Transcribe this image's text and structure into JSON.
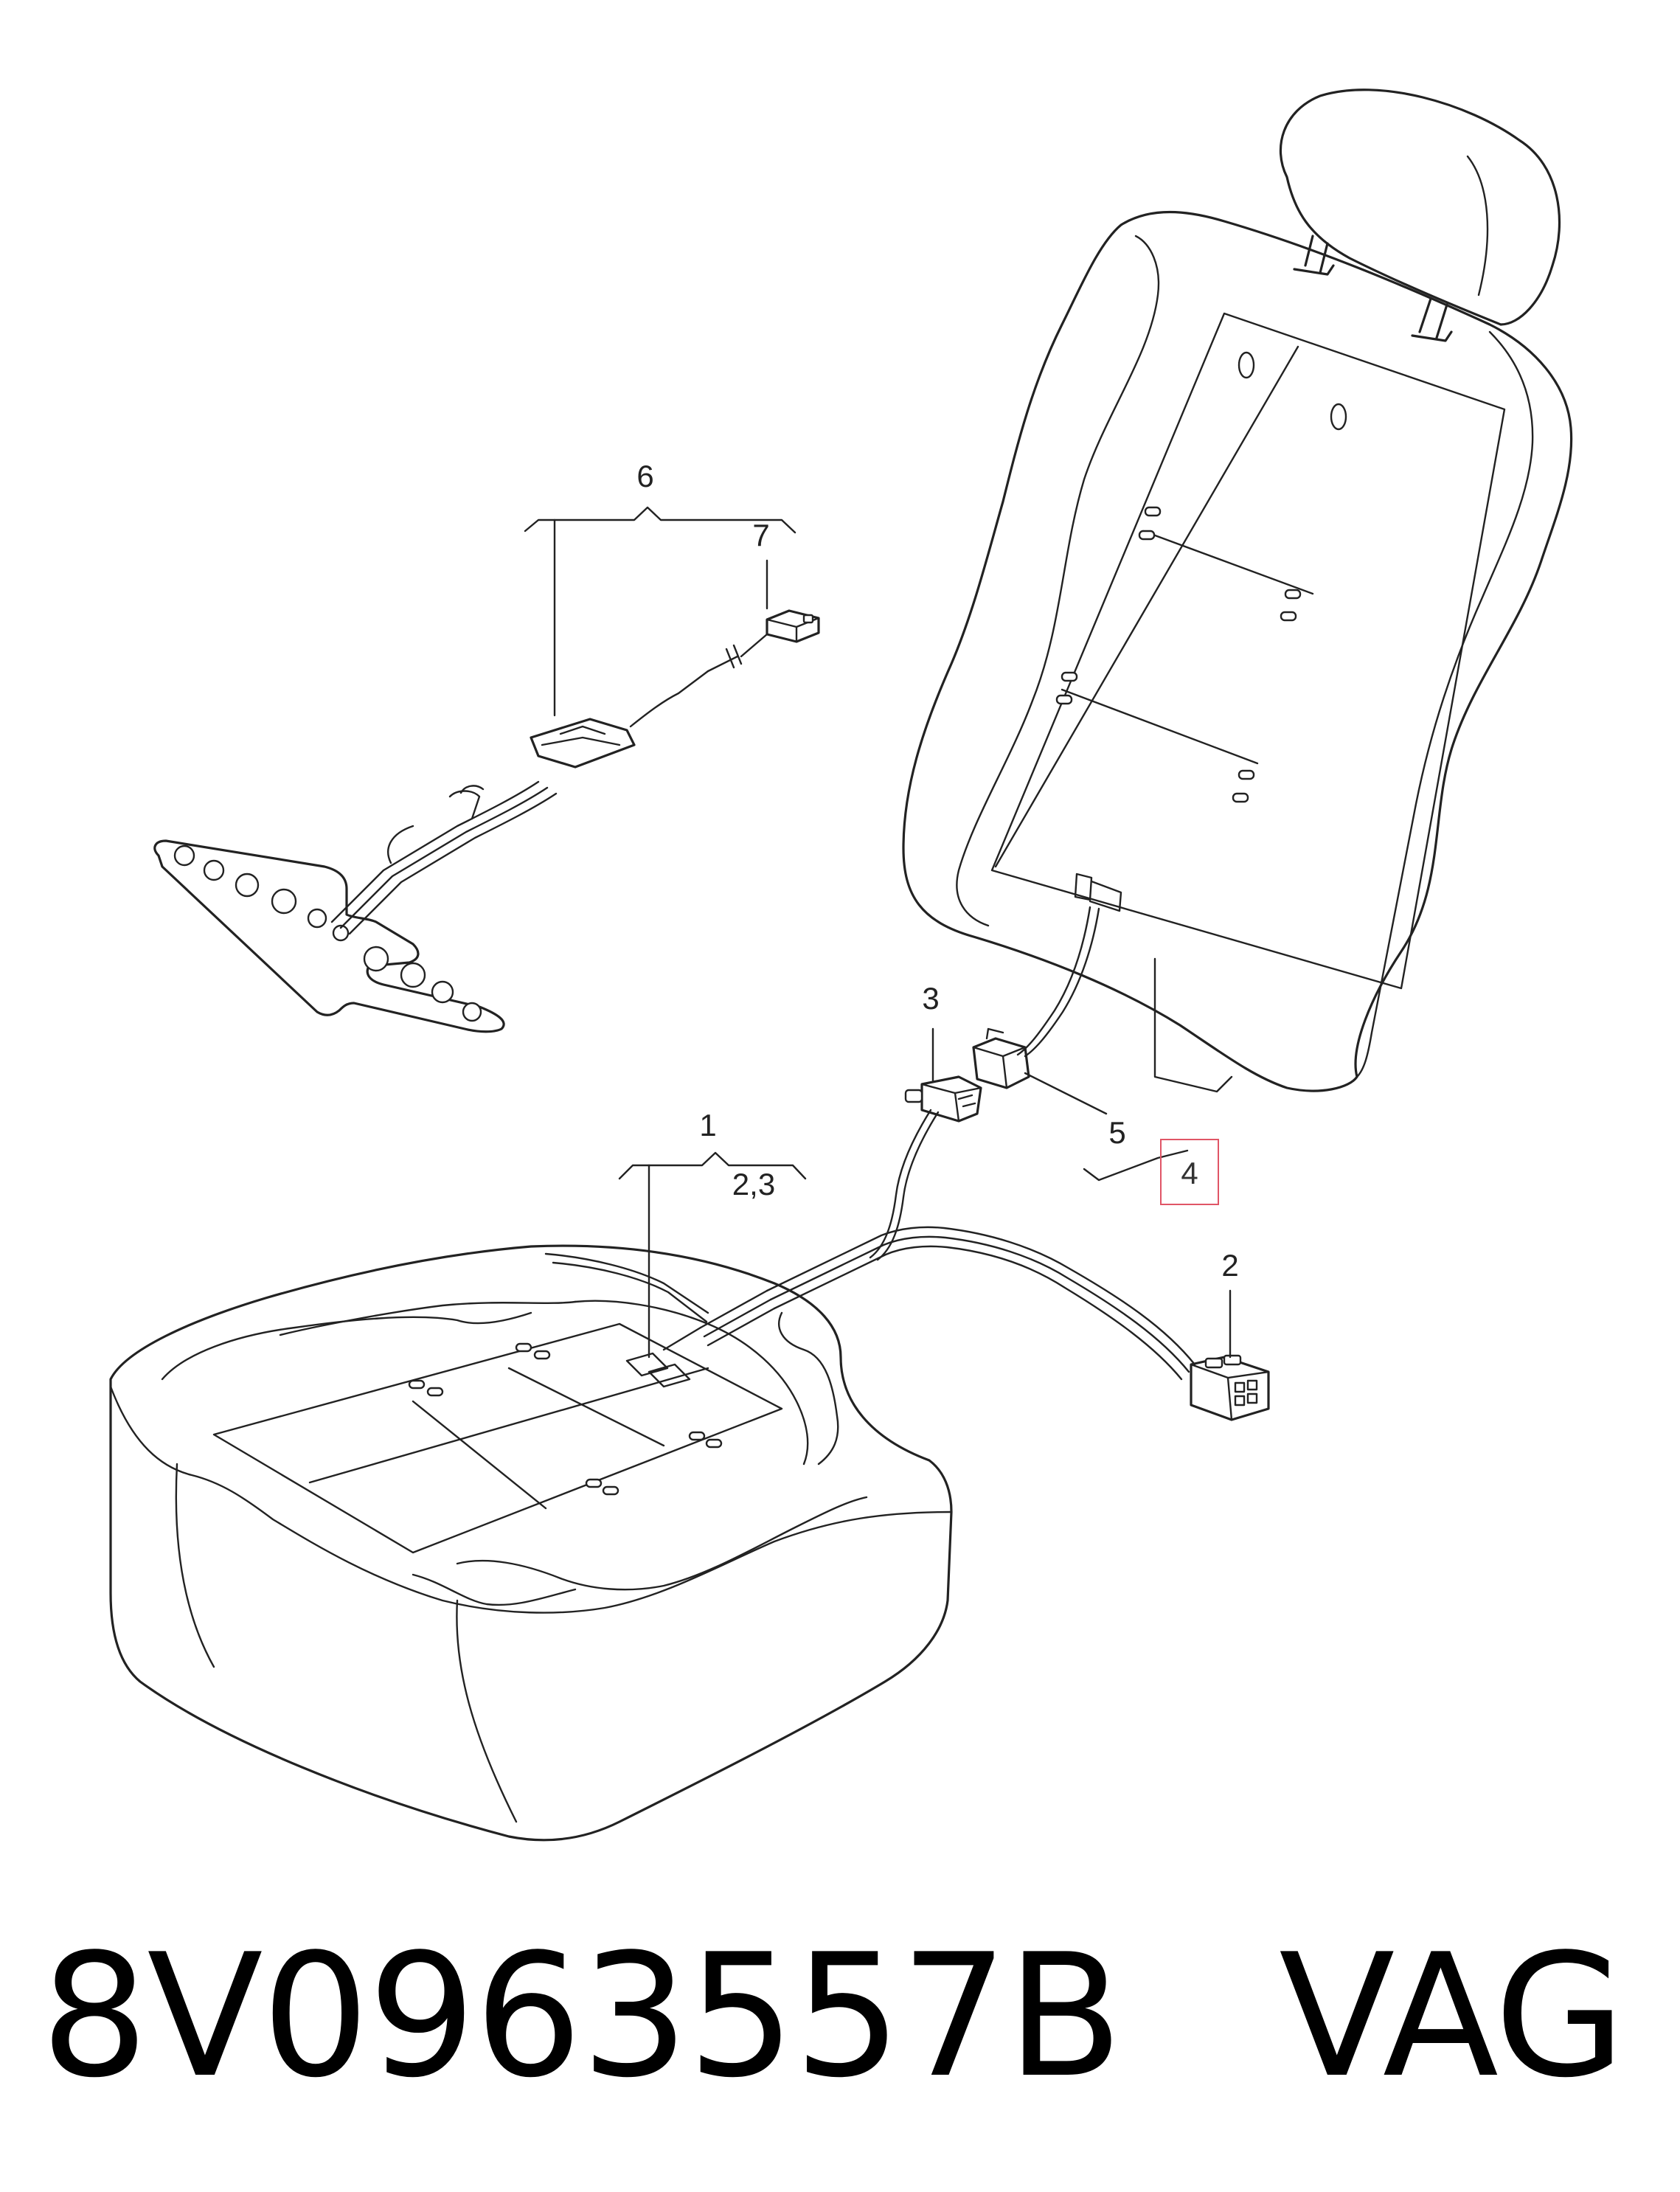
{
  "callouts": {
    "c1": "1",
    "c23": "2,3",
    "c2": "2",
    "c3": "3",
    "c4": "4",
    "c5": "5",
    "c6": "6",
    "c7": "7"
  },
  "highlight_color": "#e05566",
  "caption": {
    "part_number": "8V0963557B",
    "brand": "VAG"
  }
}
